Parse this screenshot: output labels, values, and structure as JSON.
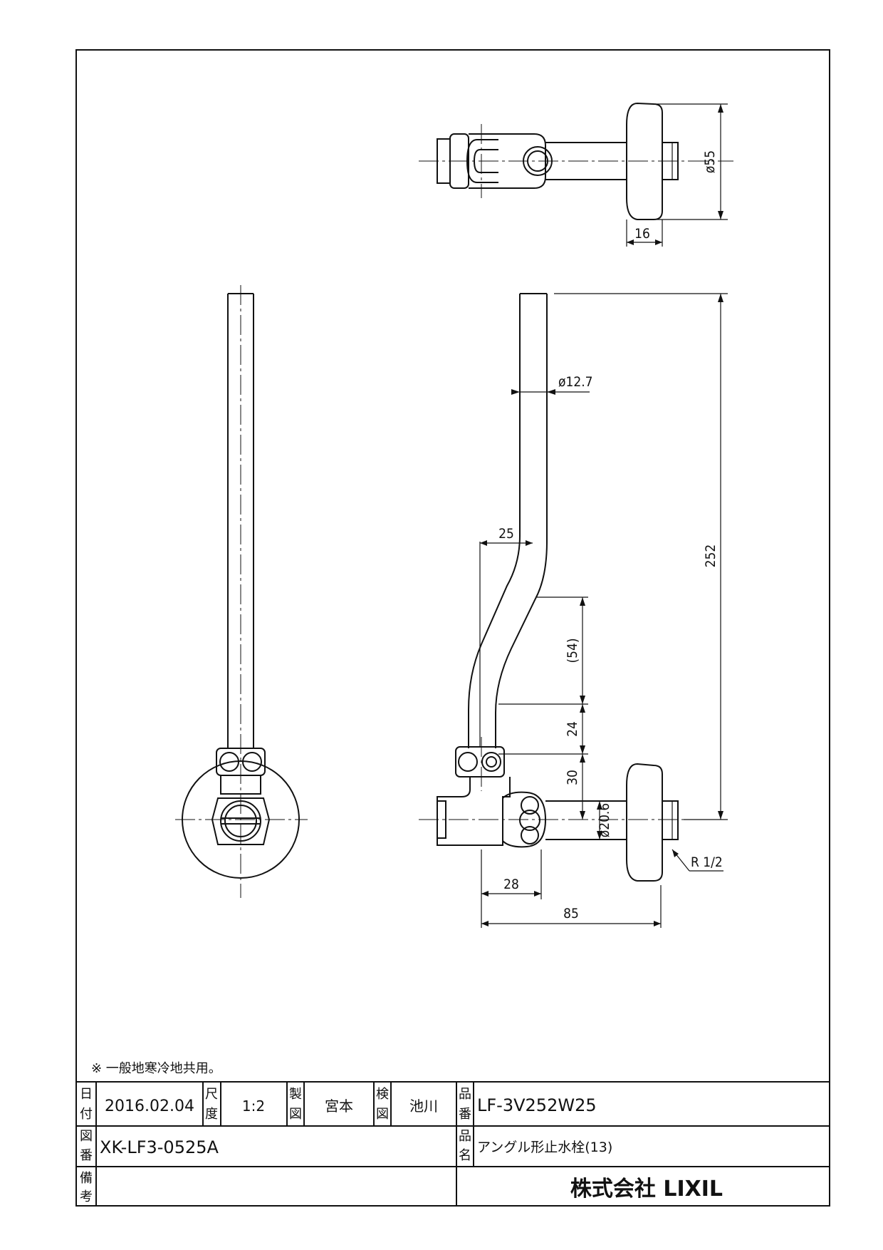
{
  "dimensions": {
    "flange_diameter": "ø55",
    "flange_thickness": "16",
    "pipe_diameter": "ø12.7",
    "offset": "25",
    "total_height": "252",
    "bend_height": "(54)",
    "straight_height": "24",
    "valve_height": "30",
    "body_diameter": "ø20.6",
    "thread": "R 1/2",
    "body_length": "28",
    "total_length": "85"
  },
  "note": "※ 一般地寒冷地共用。",
  "title_block": {
    "date_label_1": "日",
    "date_label_2": "付",
    "date": "2016.02.04",
    "scale_label_1": "尺",
    "scale_label_2": "度",
    "scale": "1:2",
    "drawn_label_1": "製",
    "drawn_label_2": "図",
    "drawn_by": "宮本",
    "checked_label_1": "検",
    "checked_label_2": "図",
    "checked_by": "池川",
    "part_no_label_1": "品",
    "part_no_label_2": "番",
    "part_no": "LF-3V252W25",
    "drawing_no_label_1": "図",
    "drawing_no_label_2": "番",
    "drawing_no": "XK-LF3-0525A",
    "part_name_label_1": "品",
    "part_name_label_2": "名",
    "part_name": "アングル形止水栓(13)",
    "remarks_label_1": "備",
    "remarks_label_2": "考",
    "company": "株式会社 LIXIL"
  }
}
